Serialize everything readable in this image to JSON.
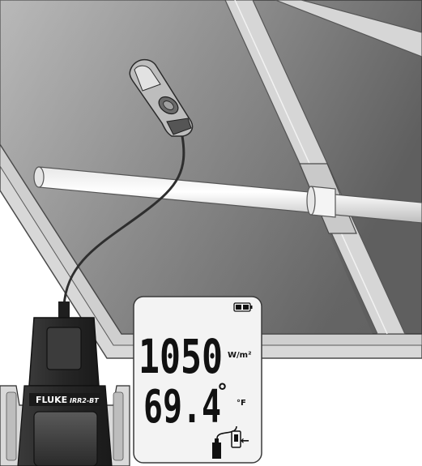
{
  "meter": {
    "brand": "FLUKE",
    "model": "IRR2-BT"
  },
  "display": {
    "irradiance_value": "1050",
    "irradiance_unit": "W/m²",
    "temperature_value": "69.4",
    "temperature_degree": "°",
    "temperature_unit": "°F",
    "sensor_arrow": "←"
  },
  "icons": {
    "battery": "battery-icon",
    "sensor": "sensor-probe-icon"
  },
  "colors": {
    "panel_dark": "#6e6e6e",
    "panel_light": "#b4b4b4",
    "frame": "#d4d4d4",
    "meter_body": "#2b2b2b",
    "lcd_background": "#f3f3f3"
  }
}
